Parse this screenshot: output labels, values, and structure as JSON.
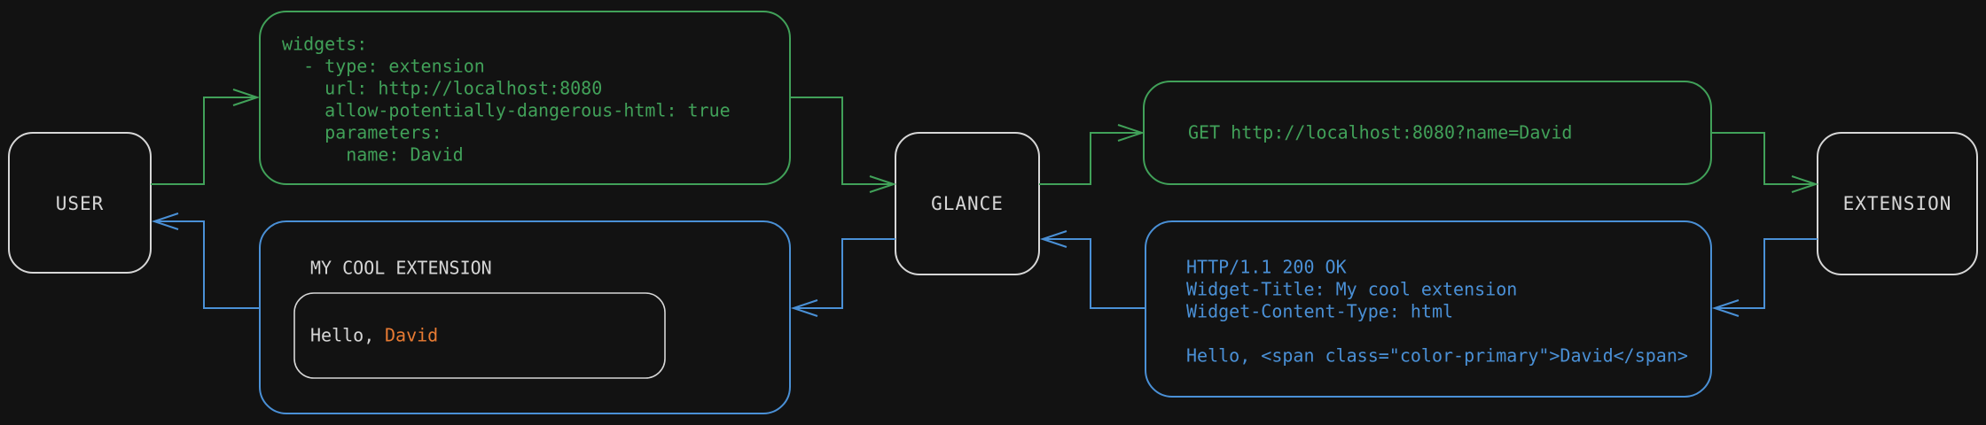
{
  "diagram": {
    "background": "#121212",
    "colors": {
      "green": "#41a159",
      "blue": "#4a90d6",
      "orange": "#e87b33",
      "neutral": "#d6d6d6"
    },
    "nodes": {
      "user": {
        "label": "USER"
      },
      "glance": {
        "label": "GLANCE"
      },
      "extension": {
        "label": "EXTENSION"
      }
    },
    "config_box": {
      "lines": [
        "widgets:",
        "  - type: extension",
        "    url: http://localhost:8080",
        "    allow-potentially-dangerous-html: true",
        "    parameters:",
        "      name: David"
      ]
    },
    "request_box": {
      "line": "GET http://localhost:8080?name=David"
    },
    "response_box": {
      "lines": [
        "HTTP/1.1 200 OK",
        "Widget-Title: My cool extension",
        "Widget-Content-Type: html",
        "",
        "Hello, <span class=\"color-primary\">David</span>"
      ]
    },
    "widget_box": {
      "title": "MY COOL EXTENSION",
      "greeting_prefix": "Hello, ",
      "greeting_name": "David"
    }
  }
}
